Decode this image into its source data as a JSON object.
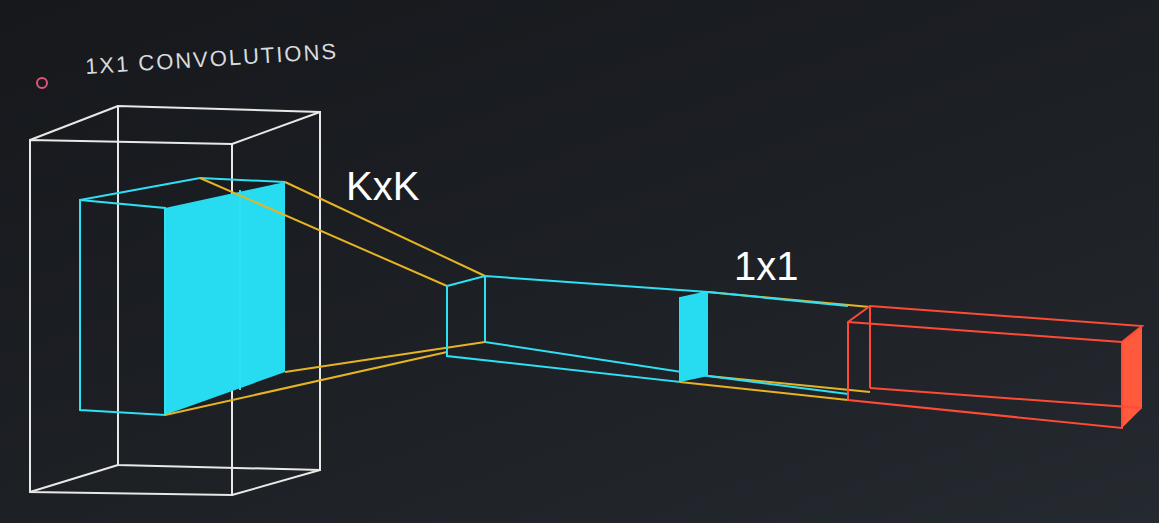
{
  "diagram": {
    "title": "1X1 CONVOLUTIONS",
    "labels": [
      "KxK",
      "1x1"
    ]
  }
}
